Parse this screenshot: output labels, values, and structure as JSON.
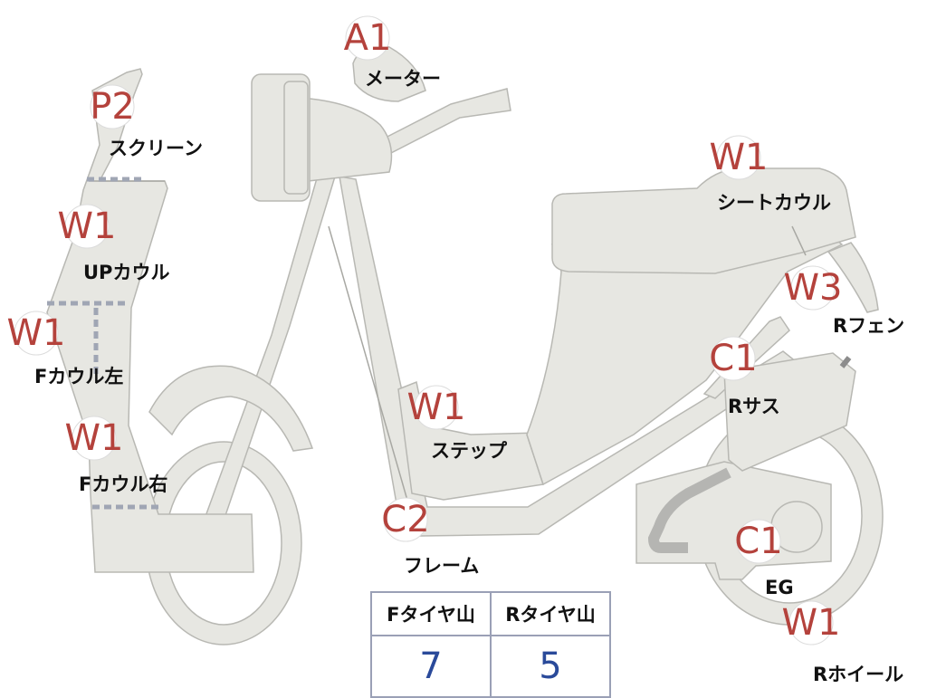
{
  "parts": [
    {
      "id": "meter",
      "grade": "A1",
      "label": "メーター"
    },
    {
      "id": "screen",
      "grade": "P2",
      "label": "スクリーン"
    },
    {
      "id": "up-cowl",
      "grade": "W1",
      "label": "UPカウル"
    },
    {
      "id": "f-cowl-left",
      "grade": "W1",
      "label": "Fカウル左"
    },
    {
      "id": "f-cowl-right",
      "grade": "W1",
      "label": "Fカウル右"
    },
    {
      "id": "step",
      "grade": "W1",
      "label": "ステップ"
    },
    {
      "id": "frame",
      "grade": "C2",
      "label": "フレーム"
    },
    {
      "id": "seat-cowl",
      "grade": "W1",
      "label": "シートカウル"
    },
    {
      "id": "r-fender",
      "grade": "W3",
      "label": "Rフェン"
    },
    {
      "id": "r-suspension",
      "grade": "C1",
      "label": "Rサス"
    },
    {
      "id": "engine",
      "grade": "C1",
      "label": "EG"
    },
    {
      "id": "r-wheel",
      "grade": "W1",
      "label": "Rホイール"
    }
  ],
  "tire_tread": {
    "front_label": "Fタイヤ山",
    "rear_label": "Rタイヤ山",
    "front_value": "7",
    "rear_value": "5"
  },
  "colors": {
    "grade": "#b4423c",
    "tire_value": "#2a4a9a",
    "part_fill": "#e7e7e2"
  }
}
